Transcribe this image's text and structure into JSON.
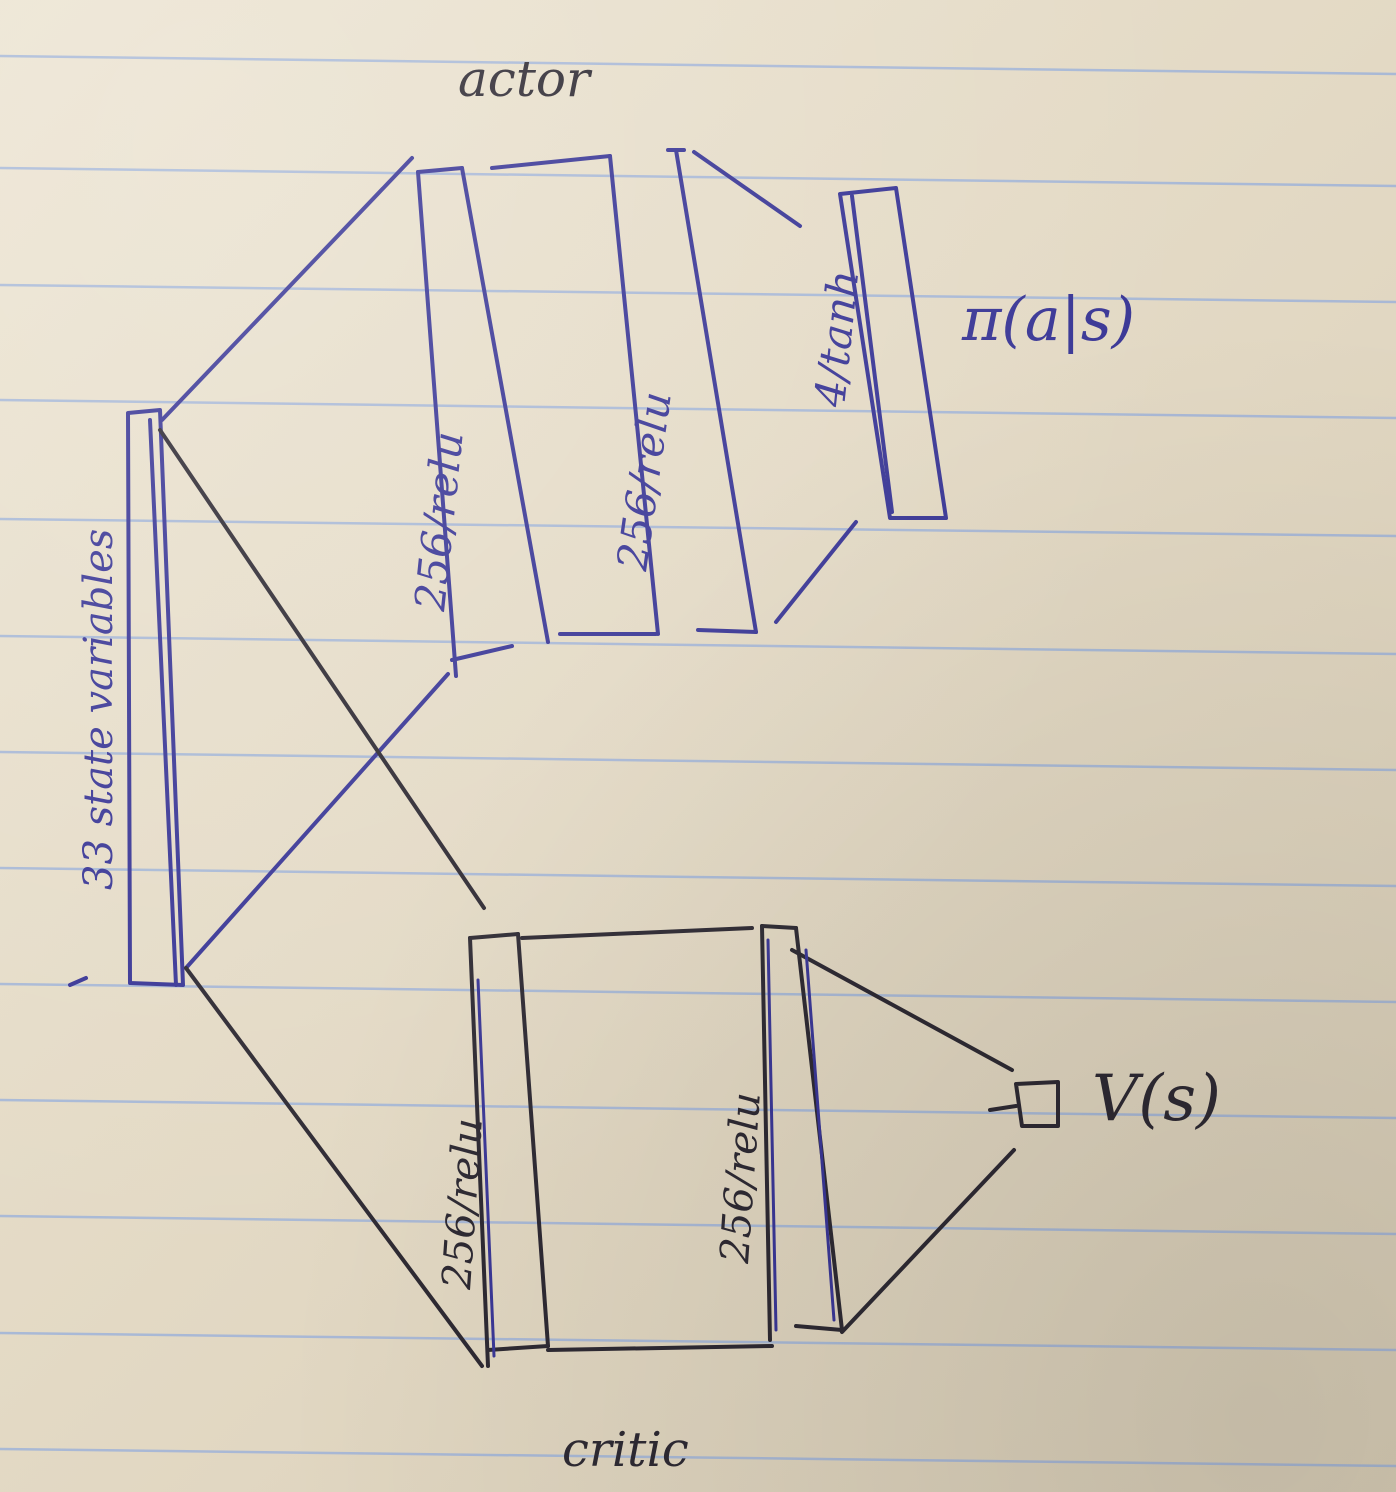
{
  "colors": {
    "paper": "#e6dcc8",
    "rule_line": "#9fb3d8",
    "blue_ink": "#3a3796",
    "black_ink": "#2e2a33"
  },
  "labels": {
    "actor": "actor",
    "critic": "critic",
    "input": "33 state variables",
    "actor_layer_1": "256/relu",
    "actor_layer_2": "256/relu",
    "actor_output": "4/tanh",
    "critic_layer_1": "256/relu",
    "critic_layer_2": "256/relu",
    "policy_output": "π(a|s)",
    "value_output": "V(s)"
  }
}
